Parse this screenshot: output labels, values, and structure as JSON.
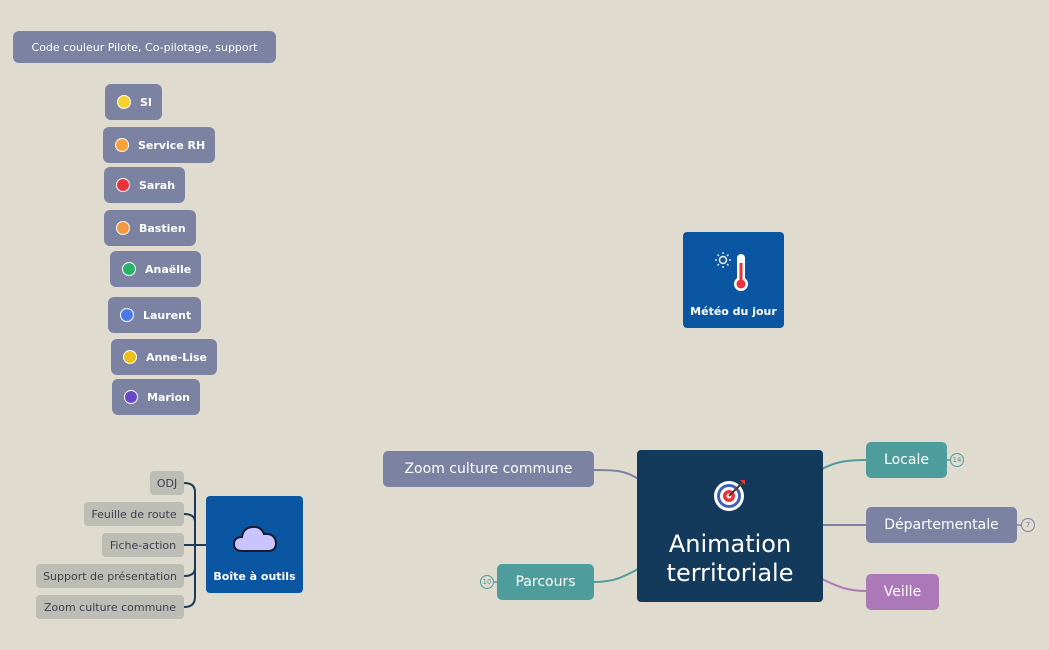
{
  "legend": {
    "title": "Code couleur Pilote, Co-pilotage, support",
    "items": [
      {
        "label": "SI",
        "dot_color": "#f5d22e",
        "icon": "lightbulb-icon"
      },
      {
        "label": "Service RH",
        "dot_color": "#f7a23b",
        "icon": "pencil-icon"
      },
      {
        "label": "Sarah",
        "dot_color": "#e8333d"
      },
      {
        "label": "Bastien",
        "dot_color": "#f39a41"
      },
      {
        "label": "Anaëlle",
        "dot_color": "#27b46a"
      },
      {
        "label": "Laurent",
        "dot_color": "#4c78e8"
      },
      {
        "label": "Anne-Lise",
        "dot_color": "#e8c11a"
      },
      {
        "label": "Marion",
        "dot_color": "#6848c9"
      }
    ]
  },
  "meteo": {
    "label": "Météo du jour",
    "icon": "thermometer-icon"
  },
  "toolbox": {
    "label": "Boîte à outils",
    "icon": "cloud-icon",
    "items": [
      "ODJ",
      "Feuille de route",
      "Fiche-action",
      "Support de présentation",
      "Zoom culture commune"
    ]
  },
  "central": {
    "title": "Animation territoriale",
    "icon": "target-icon"
  },
  "branches": {
    "zoom": {
      "label": "Zoom culture commune"
    },
    "parcours": {
      "label": "Parcours",
      "count": "10"
    },
    "locale": {
      "label": "Locale",
      "count": "14"
    },
    "departementale": {
      "label": "Départementale",
      "count": "7"
    },
    "veille": {
      "label": "Veille"
    }
  },
  "colors": {
    "background": "#dfdccf",
    "node_blue": "#0b56a3",
    "central": "#133a5b",
    "teal": "#4f9c9c",
    "slate": "#7c82a1",
    "purple": "#ab79b8"
  }
}
